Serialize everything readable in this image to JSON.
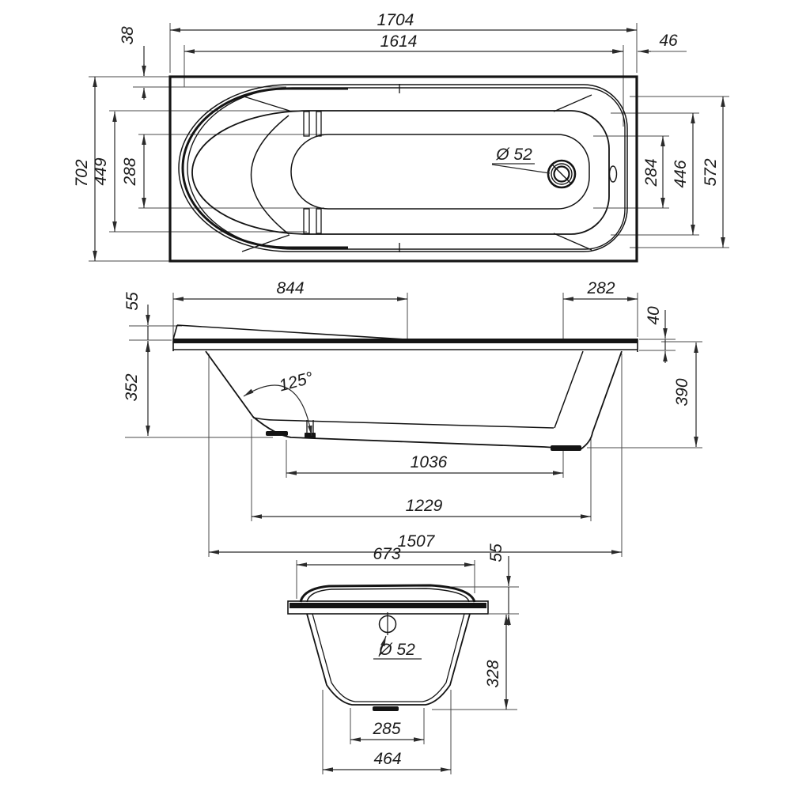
{
  "drawing": {
    "colors": {
      "line": "#141414",
      "background": "#ffffff"
    },
    "top_view": {
      "overall_length": "1704",
      "inner_length": "1614",
      "head_end_offset": "38",
      "foot_end_offset": "46",
      "overall_width": "702",
      "basin_width_head": "449",
      "bottom_width_head": "288",
      "bottom_width_foot": "284",
      "basin_width_foot": "446",
      "shell_width_foot": "572",
      "drain_diameter": "Ø 52"
    },
    "side_view": {
      "rim_length_head": "844",
      "rim_length_foot": "282",
      "backrest_rise": "55",
      "rim_thickness": "40",
      "depth_head": "352",
      "depth_foot": "390",
      "backrest_angle": "125°",
      "base_length_flat": "1036",
      "base_length_feet": "1229",
      "base_length_overall": "1507"
    },
    "end_view": {
      "top_width": "673",
      "backrest_rise": "55",
      "drain_diameter": "Ø 52",
      "shell_depth": "328",
      "base_width_flat": "285",
      "base_width_overall": "464"
    }
  }
}
